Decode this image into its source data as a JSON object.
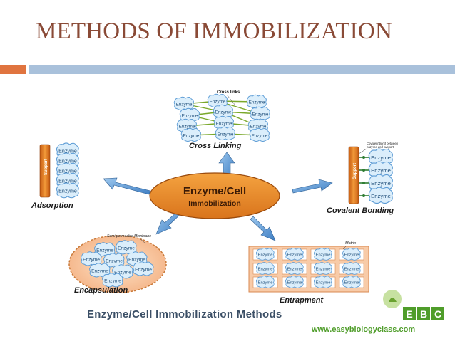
{
  "slide": {
    "title": "METHODS OF IMMOBILIZATION",
    "accent_color": "#e0743f",
    "rule_color": "#a9c1db",
    "title_color": "#8a4a36"
  },
  "diagram": {
    "center": {
      "line1": "Enzyme/Cell",
      "line2": "Immobilization",
      "color": "#e98a2a"
    },
    "cross_linking": {
      "caption": "Cross Linking",
      "label": "Cross links",
      "enzyme_label": "Enzyme"
    },
    "adsorption": {
      "caption": "Adsorption",
      "support_label": "Support",
      "enzyme_label": "Enzyme"
    },
    "covalent": {
      "caption": "Covalent Bonding",
      "support_label": "Support",
      "note_line1": "Covalent bond between",
      "note_line2": "enzyme and support",
      "enzyme_label": "Enzyme"
    },
    "encapsulation": {
      "caption": "Encapsulation",
      "label": "Semi-permeable Membrane",
      "enzyme_label": "Enzyme"
    },
    "entrapment": {
      "caption": "Entrapment",
      "label": "Matrix",
      "enzyme_label": "Enzyme"
    },
    "footer": "Enzyme/Cell Immobilization Methods",
    "logo": {
      "text": "EBC",
      "website": "www.easybiologyclass.com"
    }
  }
}
